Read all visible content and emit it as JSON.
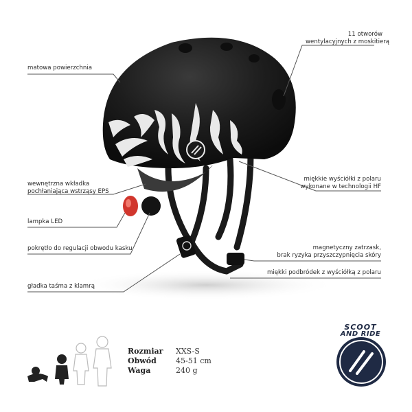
{
  "callouts": {
    "vents": [
      "11 otworów",
      "wentylacyjnych z moskitierą"
    ],
    "surface": "matowa powierzchnia",
    "eps": [
      "wewnętrzna wkładka",
      "pochłaniająca wstrząsy EPS"
    ],
    "led": "lampka LED",
    "knob": "pokrętło do regulacji obwodu kasku",
    "strap": "gładka taśma z klamrą",
    "pads": [
      "miękkie wyściółki z polaru",
      "wykonane w technologii HF"
    ],
    "buckle": [
      "magnetyczny zatrzask,",
      "brak  ryzyka przyszczypnięcia skóry"
    ],
    "chin": "miękki podbródek z wyściółką z polaru"
  },
  "specs": {
    "labels": [
      "Rozmiar",
      "Obwód",
      "Waga"
    ],
    "values": [
      "XXS-S",
      "45-51 cm",
      "240 g"
    ]
  },
  "brand": {
    "line1": "SCOOT",
    "line2": "AND RIDE"
  },
  "colors": {
    "helmet": "#1c1c1c",
    "led": "#d1362d",
    "brand_dark": "#1f2a44"
  }
}
